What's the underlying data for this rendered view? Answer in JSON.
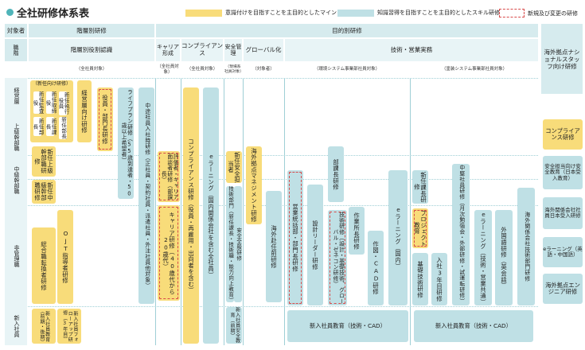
{
  "title": "全社研修体系表",
  "legend": {
    "mind": "意識付けを目指すことを主目的としたマインド研修",
    "skill": "知識習得を目指すことを主目的としたスキル研修",
    "new": "新規及び変更の研修"
  },
  "header": {
    "target": "対象者",
    "layer_training": "階層別研修",
    "purpose_training": "目的別研修",
    "overseas": "海外拠点ナショナルスタッフ向け研修"
  },
  "row_labels": {
    "level": "職階",
    "exec": "経営層",
    "senior": "上級幹部職",
    "middle": "中級幹部職",
    "non_mgmt": "非管理職",
    "new_hire": "新入社員"
  },
  "columns": {
    "layer": "階層別役割認識",
    "career": "キャリア形成",
    "compliance": "コンプライアンス",
    "safety": "安全管理",
    "global": "グローバル化",
    "tech": "技術・営業実務"
  },
  "targets": {
    "layer": "（全社員対象）",
    "career": "（全社員対象）",
    "compliance": "（全社員対象）",
    "safety": "（現場系社員対象）",
    "global": "（対象者）",
    "env": "（環境システム事業部社員対象）",
    "coat": "（塗装システム事業部社員対象）"
  },
  "boxes": {
    "new_exec_group": "（新任向け研修）",
    "kansayaku": "新任監査役",
    "torishimari": "新任取締役",
    "shikko": "新任執行役員",
    "buchou": "新任部長",
    "kachou": "新任課長",
    "exec_training": "経営層向け研修",
    "officer_training": "役員・部門長研修",
    "lifeplan": "ライフプラン研修（55歳到達者・50歳以上希望者）",
    "midcareer": "中途社員入社時研修（正社員・契約社員・派遣社員・外注社員他対象）",
    "new_senior": "新任上級幹部職研修",
    "new_middle": "新任中級幹部職研修",
    "kikan": "総合職転換者研修",
    "ojt": "OJT指導者研修",
    "newhire_layer": "新入社員教育（前期・後期）",
    "newhire_follow": "新入社員フォローアップ研修（3年目）",
    "career_eval": "評価者・キャリア面談者研修（部課長）",
    "career_40": "キャリア研修（40歳代から20歳代）",
    "compliance_all": "コンプライアンス研修（役員・再雇用・出向者を含む）",
    "elearning_comp": "eラーニング（国内関係会社を含む全社員）",
    "new_safety": "新任安全担当者",
    "safety_tech": "技術部門（新任課長・技術職・能力向上教育）",
    "safety_all": "安全全般研修",
    "newhire_safety": "新入社員安全教育（前期）",
    "global_mgmt": "海外拠点マネジメント研修",
    "overseas_dispatch": "海外赴任前研修",
    "sales_training": "営業統括部・部門長研修",
    "design_leader": "設計リーダー研修",
    "dept_mgr": "部課長研修",
    "work_mgr": "作業所長研修",
    "tech_training": "技術研修（設計・基礎技術、グローバル・ゼネコン研修）",
    "cad": "作図・CAD研修",
    "elearning_jp": "eラーニング（国内）",
    "newhire_env": "新入社員教育（技術・CAD）",
    "new_kachou_coat": "新任課長研修",
    "project_edu": "プロジェクト教育",
    "basic_tech": "基礎技術研修",
    "new_3rd": "入社3年目研修",
    "chuken": "中堅社員研修（月次勉強会・外部研修・試運転研修）",
    "elearning_tech": "eラーニング（技術・営業共通）",
    "foreign_lang": "外国語研修（英会話）",
    "overseas_group": "海外関係会社技術部門研修",
    "newhire_coat": "新入社員教育（技術・CAD）",
    "os_compliance": "コンプライアンス研修",
    "os_safety": "安全担当向け安全教育（日本受入教育）",
    "os_group": "海外関係会社社員日本受入研修",
    "os_elearning": "eラーニング（英語・中国語）",
    "os_engineer": "海外拠点エンジニア研修"
  }
}
